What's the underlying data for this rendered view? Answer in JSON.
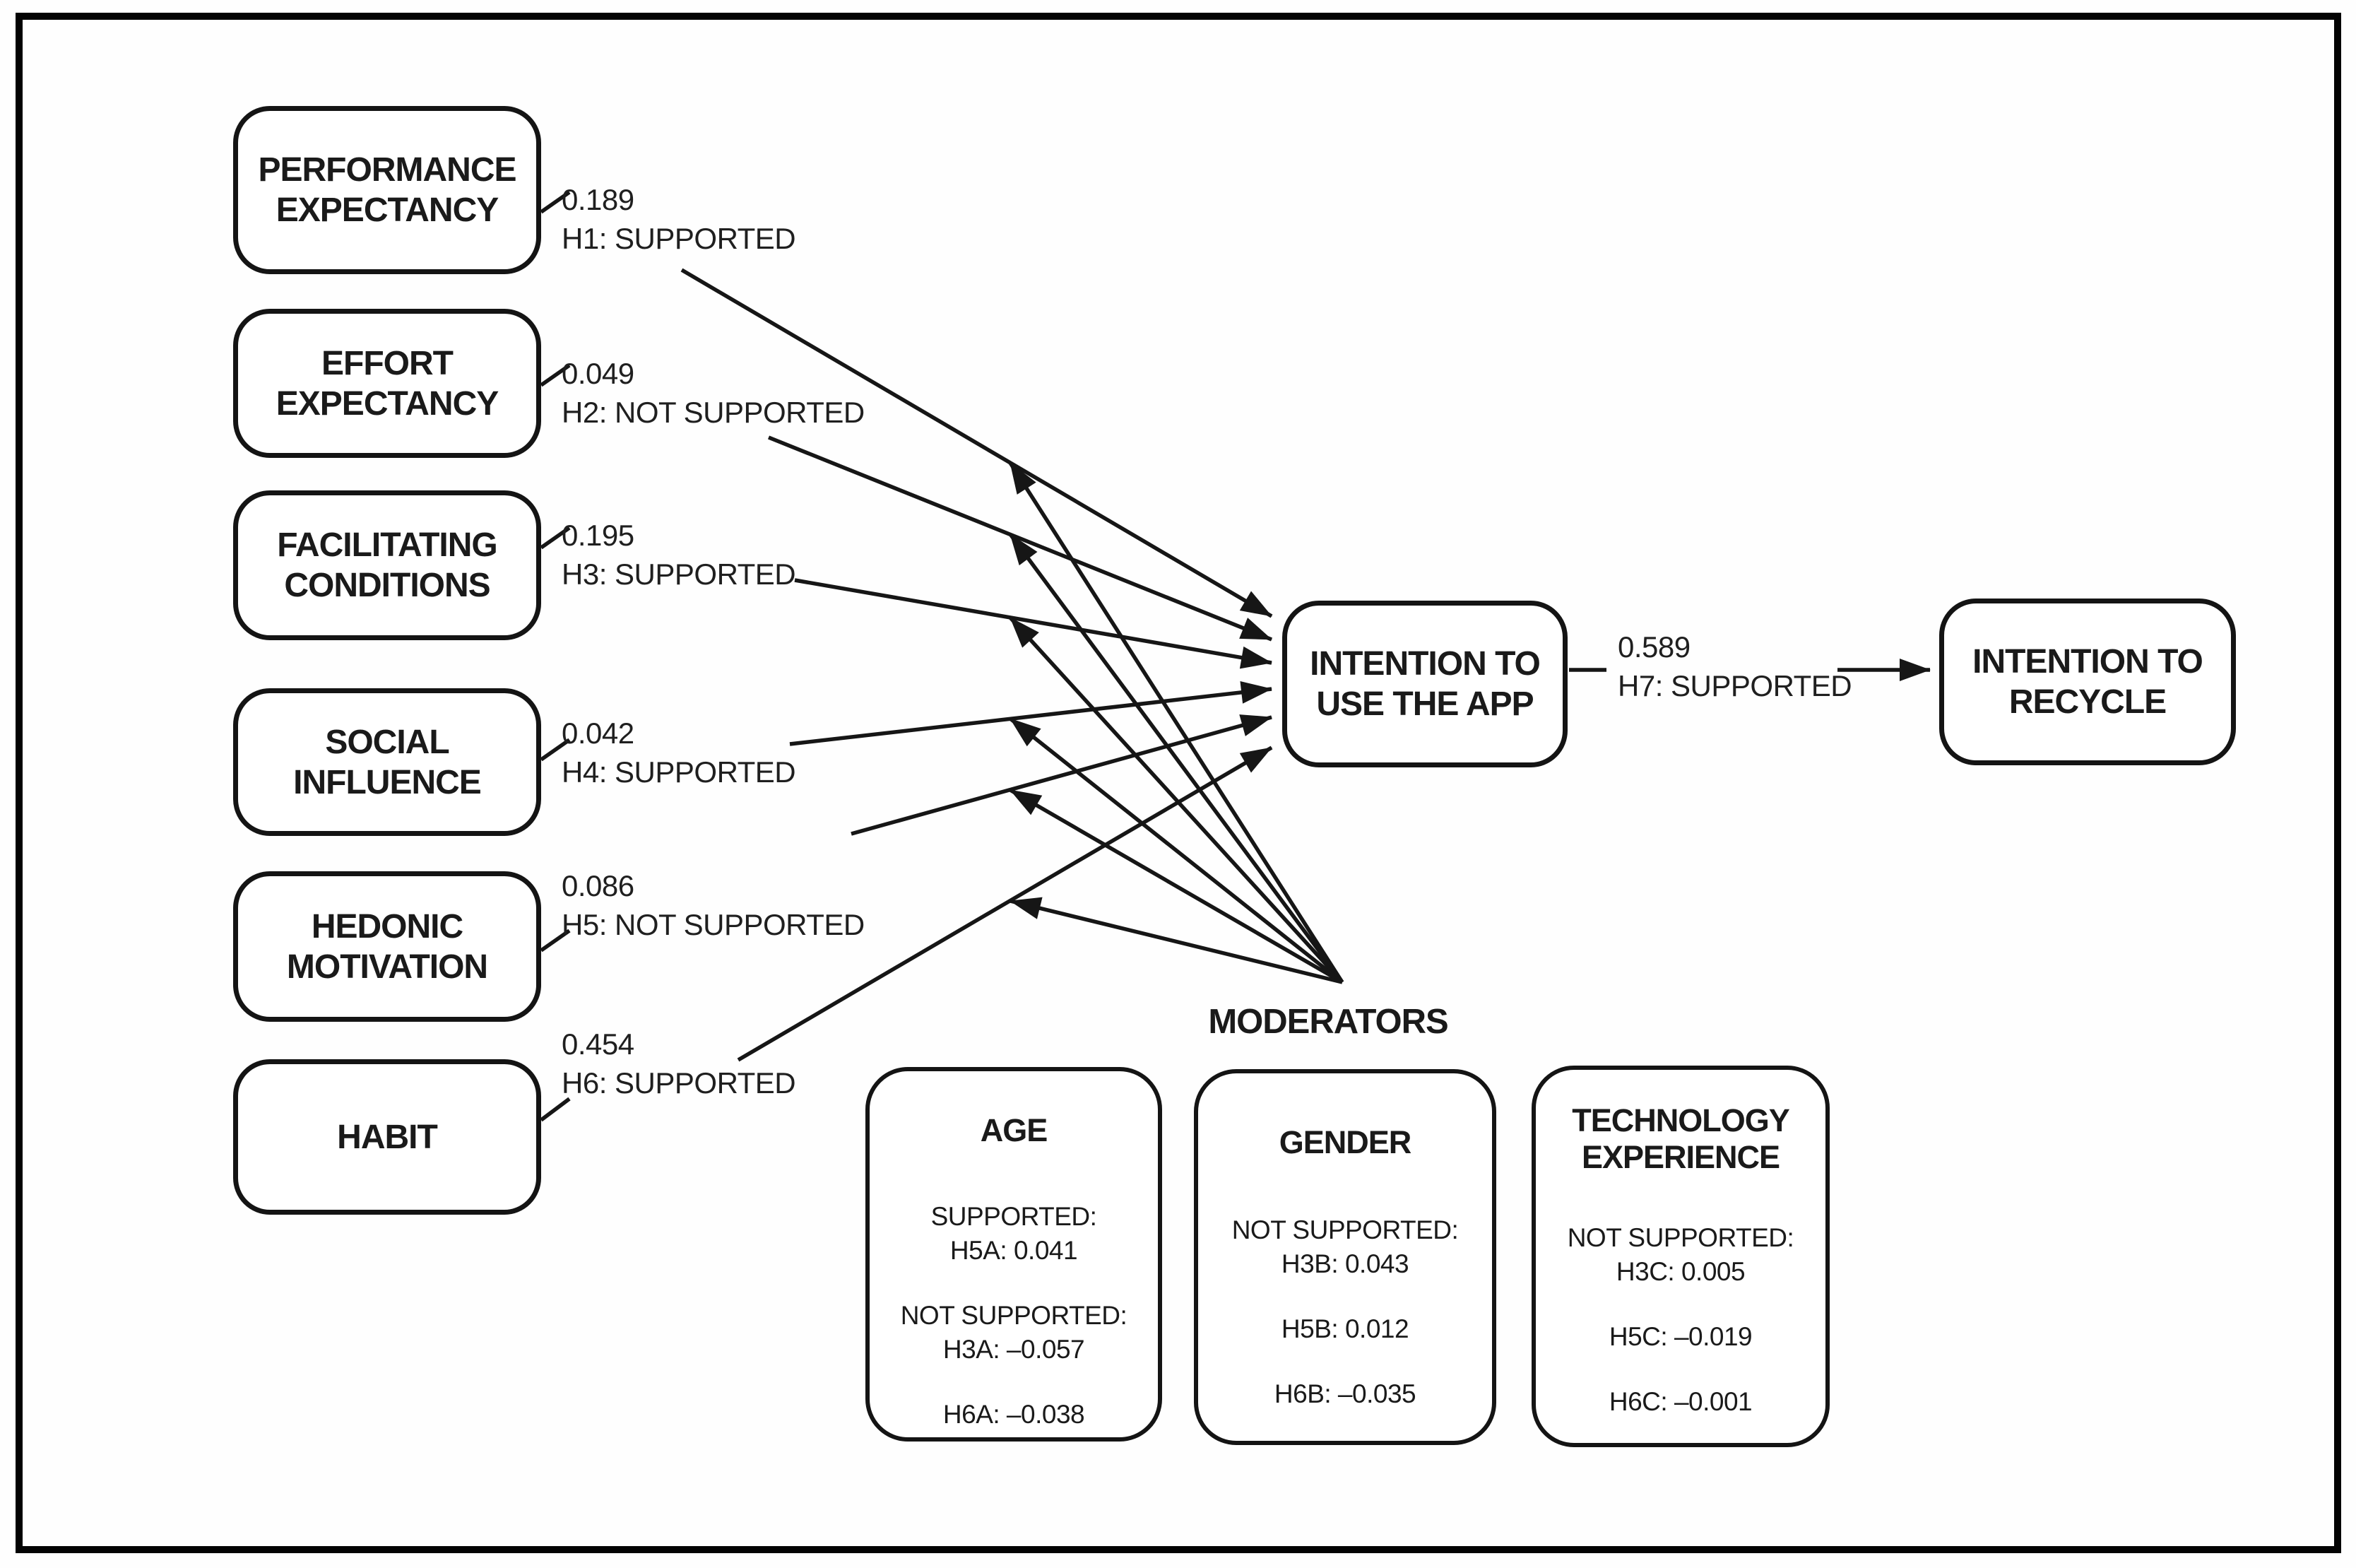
{
  "constructs": [
    {
      "label": "PERFORMANCE EXPECTANCY",
      "coef": "0.189",
      "hypothesis": "H1: SUPPORTED"
    },
    {
      "label": "EFFORT EXPECTANCY",
      "coef": "0.049",
      "hypothesis": "H2: NOT SUPPORTED"
    },
    {
      "label": "FACILITATING CONDITIONS",
      "coef": "0.195",
      "hypothesis": "H3: SUPPORTED"
    },
    {
      "label": "SOCIAL INFLUENCE",
      "coef": "0.042",
      "hypothesis": "H4: SUPPORTED"
    },
    {
      "label": "HEDONIC MOTIVATION",
      "coef": "0.086",
      "hypothesis": "H5: NOT SUPPORTED"
    },
    {
      "label": "HABIT",
      "coef": "0.454",
      "hypothesis": "H6: SUPPORTED"
    }
  ],
  "outcome": {
    "label": "INTENTION TO USE THE APP",
    "coef": "0.589",
    "hypothesis": "H7: SUPPORTED"
  },
  "final_outcome": {
    "label": "INTENTION TO RECYCLE"
  },
  "moderators_label": "MODERATORS",
  "moderators": [
    {
      "title": "AGE",
      "rows": [
        "SUPPORTED:",
        "H5A: 0.041",
        "NOT SUPPORTED:",
        "H3A: –0.057",
        "H6A: –0.038"
      ]
    },
    {
      "title": "GENDER",
      "rows": [
        "NOT SUPPORTED:",
        "H3B: 0.043",
        "H5B: 0.012",
        "H6B: –0.035"
      ]
    },
    {
      "title": "TECHNOLOGY EXPERIENCE",
      "rows": [
        "NOT SUPPORTED:",
        "H3C: 0.005",
        "H5C: –0.019",
        "H6C: –0.001"
      ]
    }
  ],
  "colors": {
    "line": "#161616",
    "text": "#1a1a1a",
    "box_fill": "#ffffff"
  }
}
